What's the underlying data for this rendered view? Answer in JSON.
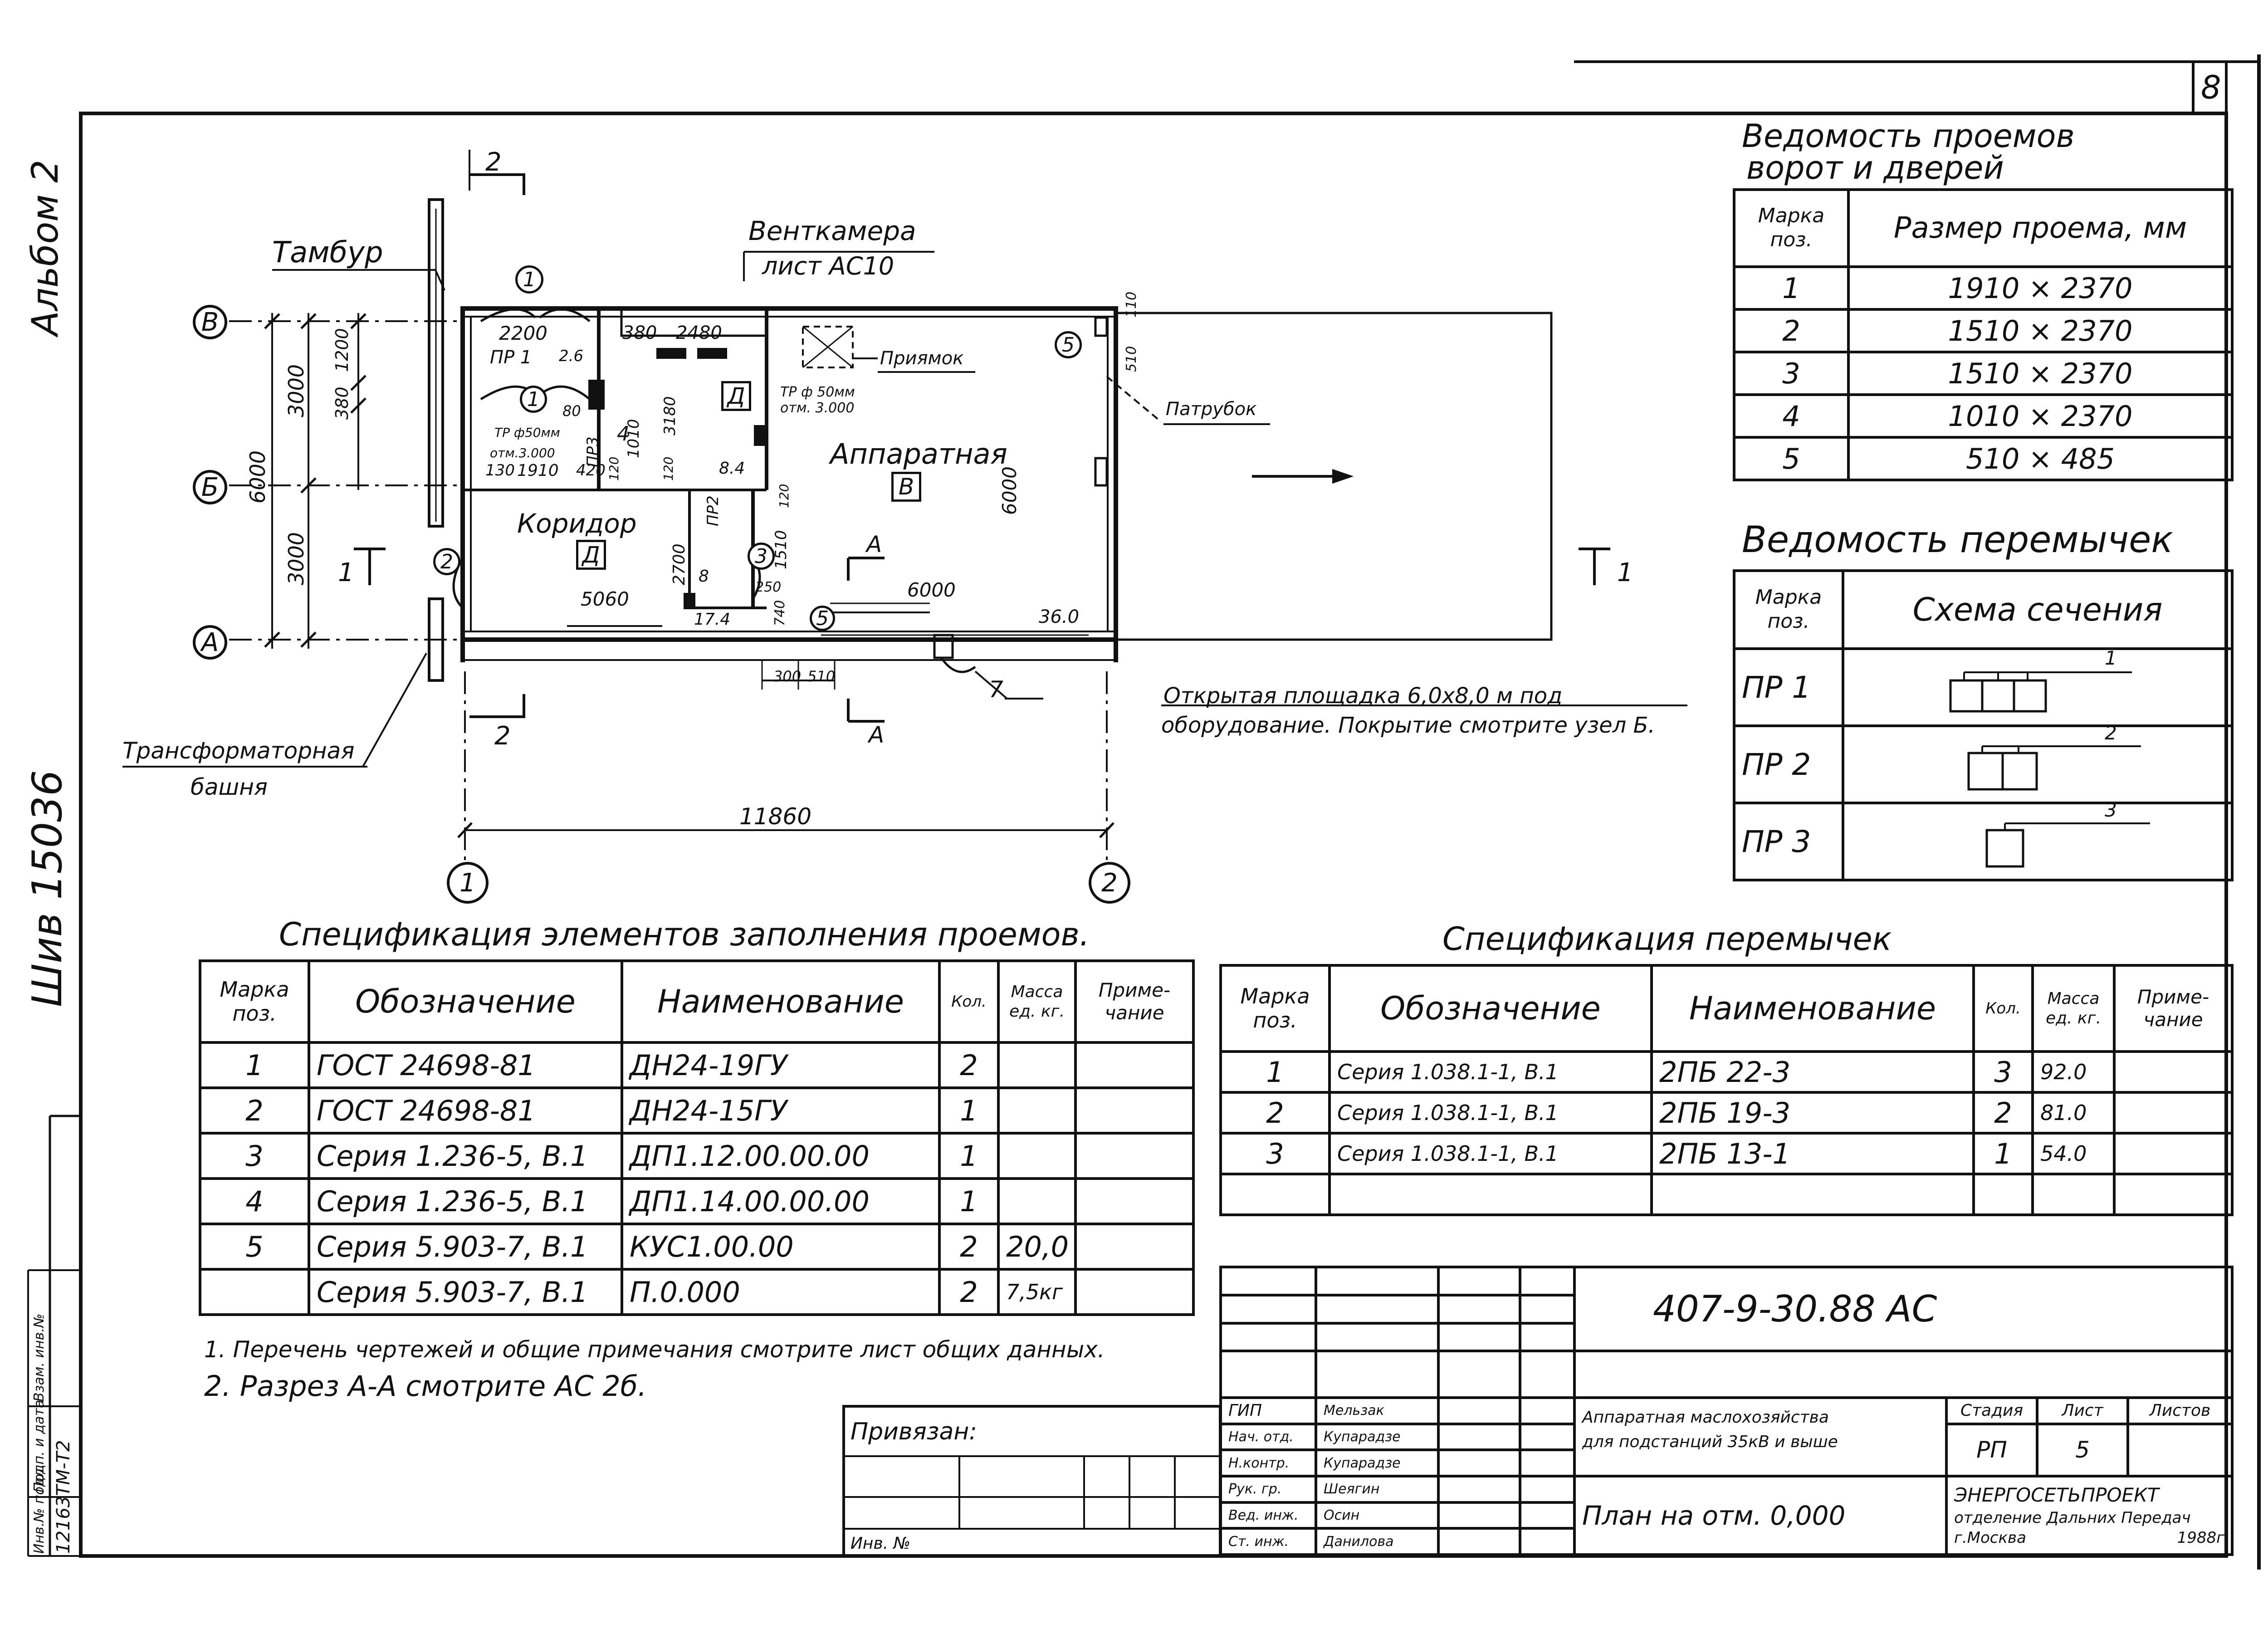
{
  "sheet_number": "8",
  "margin": {
    "album": "Альбом 2",
    "code": "Шив 15036",
    "stamp_labels": [
      "Инв.№ подл.",
      "Подп. и дата",
      "Взам. инв.№"
    ],
    "inv_number": "12163ТМ-Т2"
  },
  "plan": {
    "labels": {
      "tambur": "Тамбур",
      "ventkamera": "Венткамера",
      "ventkamera_sheet": "лист АС10",
      "priyamok": "Приямок",
      "patrubok": "Патрубок",
      "apparatnaya": "Аппаратная",
      "koridor": "Коридор",
      "transformer": "Трансформаторная",
      "bashnya": "башня",
      "pr1": "ПР 1",
      "pr2": "ПР2",
      "pr3": "ПР3",
      "pipe1": "ТР ф 50мм",
      "pipe1_elev": "отм. 3.000",
      "pipe2": "ТР ф50мм",
      "pipe2_elev": "отм.3.000",
      "room_v": "В",
      "room_d": "Д",
      "room_d2": "Д",
      "open_area_1": "Открытая площадка 6,0х8,0 м под",
      "open_area_2": "оборудование. Покрытие смотрите узел Б."
    },
    "axes": {
      "a": "А",
      "b": "Б",
      "v": "В",
      "n1": "1",
      "n2": "2"
    },
    "marks": {
      "m1": "1",
      "m2": "2",
      "m3": "3",
      "m4": "4",
      "m5": "5",
      "m7": "7",
      "m1b": "1",
      "m5b": "5"
    },
    "sections": {
      "s2": "2",
      "s2b": "2",
      "sA": "А",
      "sAb": "А",
      "s1": "1",
      "s1b": "1"
    },
    "dims": {
      "d2200": "2200",
      "d2_6": "2.6",
      "d380a": "380",
      "d2480": "2480",
      "d3000a": "3000",
      "d3000b": "3000",
      "d6000a": "6000",
      "d1200": "1200",
      "d380b": "380",
      "d80": "80",
      "d130": "130",
      "d1910": "1910",
      "d420": "420",
      "d120a": "120",
      "d1010": "1010",
      "d3180": "3180",
      "d120b": "120",
      "d8_4": "8.4",
      "d120c": "120",
      "d5060": "5060",
      "d2700": "2700",
      "d8": "8",
      "d1510": "1510",
      "d250": "250",
      "d6000b": "6000",
      "d6000c": "6000",
      "d740": "740",
      "d17_4": "17.4",
      "d36_0": "36.0",
      "d300": "300",
      "d510a": "510",
      "d510b": "510",
      "d110": "110",
      "d11860": "11860"
    }
  },
  "openings_schedule": {
    "title_1": "Ведомость проемов",
    "title_2": "ворот и дверей",
    "headers": [
      "Марка поз.",
      "Размер проема, мм"
    ],
    "rows": [
      [
        "1",
        "1910 × 2370"
      ],
      [
        "2",
        "1510 × 2370"
      ],
      [
        "3",
        "1510 × 2370"
      ],
      [
        "4",
        "1010 × 2370"
      ],
      [
        "5",
        "510 × 485"
      ]
    ]
  },
  "lintels_schedule": {
    "title": "Ведомость перемычек",
    "headers": [
      "Марка поз.",
      "Схема сечения"
    ],
    "rows": [
      {
        "mark": "ПР 1",
        "callout": "1"
      },
      {
        "mark": "ПР 2",
        "callout": "2"
      },
      {
        "mark": "ПР 3",
        "callout": "3"
      }
    ]
  },
  "fill_spec": {
    "title": "Спецификация элементов заполнения проемов.",
    "headers": [
      "Марка поз.",
      "Обозначение",
      "Наименование",
      "Кол.",
      "Масса ед. кг.",
      "Приме-чание"
    ],
    "rows": [
      [
        "1",
        "ГОСТ 24698-81",
        "ДН24-19ГУ",
        "2",
        "",
        ""
      ],
      [
        "2",
        "ГОСТ 24698-81",
        "ДН24-15ГУ",
        "1",
        "",
        ""
      ],
      [
        "3",
        "Серия 1.236-5, В.1",
        "ДП1.12.00.00.00",
        "1",
        "",
        ""
      ],
      [
        "4",
        "Серия 1.236-5, В.1",
        "ДП1.14.00.00.00",
        "1",
        "",
        ""
      ],
      [
        "5",
        "Серия 5.903-7, В.1",
        "КУС1.00.00",
        "2",
        "20,0",
        ""
      ],
      [
        "",
        "Серия 5.903-7, В.1",
        "П.0.000",
        "2",
        "7,5кг",
        ""
      ]
    ]
  },
  "lintel_spec": {
    "title": "Спецификация перемычек",
    "headers": [
      "Марка поз.",
      "Обозначение",
      "Наименование",
      "Кол.",
      "Масса ед. кг.",
      "Приме-чание"
    ],
    "rows": [
      [
        "1",
        "Серия 1.038.1-1, В.1",
        "2ПБ 22-3",
        "3",
        "92.0",
        ""
      ],
      [
        "2",
        "Серия 1.038.1-1, В.1",
        "2ПБ 19-3",
        "2",
        "81.0",
        ""
      ],
      [
        "3",
        "Серия 1.038.1-1, В.1",
        "2ПБ 13-1",
        "1",
        "54.0",
        ""
      ],
      [
        "",
        "",
        "",
        "",
        "",
        ""
      ]
    ]
  },
  "notes": [
    "1. Перечень чертежей и общие примечания смотрите лист общих данных.",
    "2. Разрез А-А смотрите АС 2б."
  ],
  "binding": {
    "privyazan": "Привязан:",
    "inv": "Инв. №"
  },
  "title_block": {
    "doc_code": "407-9-30.88 АС",
    "object_1": "Аппаратная маслохозяйства",
    "object_2": "для подстанций 35кВ и выше",
    "sheet_title": "План на отм. 0,000",
    "stage_label": "Стадия",
    "sheet_label": "Лист",
    "sheets_label": "Листов",
    "stage": "РП",
    "sheet": "5",
    "org_1": "ЭНЕРГОСЕТЬПРОЕКТ",
    "org_2": "отделение Дальних Передач",
    "org_3": "г.Москва",
    "year": "1988г",
    "roles": [
      {
        "role": "ГИП",
        "name": "Мельзак"
      },
      {
        "role": "Нач. отд.",
        "name": "Купарадзе"
      },
      {
        "role": "Н.контр.",
        "name": "Купарадзе"
      },
      {
        "role": "Рук. гр.",
        "name": "Шеягин"
      },
      {
        "role": "Вед. инж.",
        "name": "Осин"
      },
      {
        "role": "Ст. инж.",
        "name": "Данилова"
      }
    ]
  }
}
